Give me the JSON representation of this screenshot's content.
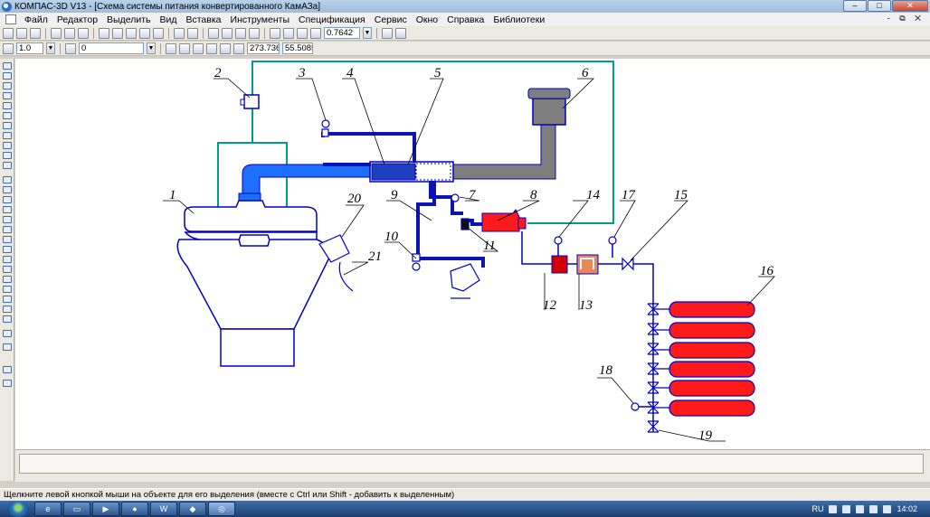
{
  "window": {
    "title": "КОМПАС-3D V13 - [Схема системы питания конвертированного КамАЗа]",
    "controls": [
      "–",
      "□",
      "✕"
    ],
    "mdi_controls": "- ⧉ ✕"
  },
  "menu": [
    "Файл",
    "Редактор",
    "Выделить",
    "Вид",
    "Вставка",
    "Инструменты",
    "Спецификация",
    "Сервис",
    "Окно",
    "Справка",
    "Библиотеки"
  ],
  "toolbar": {
    "zoom_value": "0.7642",
    "line_step": "1.0",
    "layer_value": "0",
    "coord_x": "273.736",
    "coord_y": "55.5085"
  },
  "drawing": {
    "callouts": [
      "1",
      "2",
      "3",
      "4",
      "5",
      "6",
      "7",
      "8",
      "9",
      "10",
      "11",
      "12",
      "13",
      "14",
      "15",
      "16",
      "17",
      "18",
      "19",
      "20",
      "21"
    ],
    "colors": {
      "pipe_blue": "#1f6fff",
      "pipe_dark": "#0a14b4",
      "pipe_gray": "#7e7e7e",
      "line_teal": "#009e8a",
      "cylinder_red": "#ff1a1a",
      "outline": "#0000c8"
    }
  },
  "status": {
    "hint": "Щелкните левой кнопкой мыши на объекте для его выделения (вместе с Ctrl или Shift - добавить к выделенным)"
  },
  "taskbar": {
    "lang": "RU",
    "time": "14:02"
  }
}
